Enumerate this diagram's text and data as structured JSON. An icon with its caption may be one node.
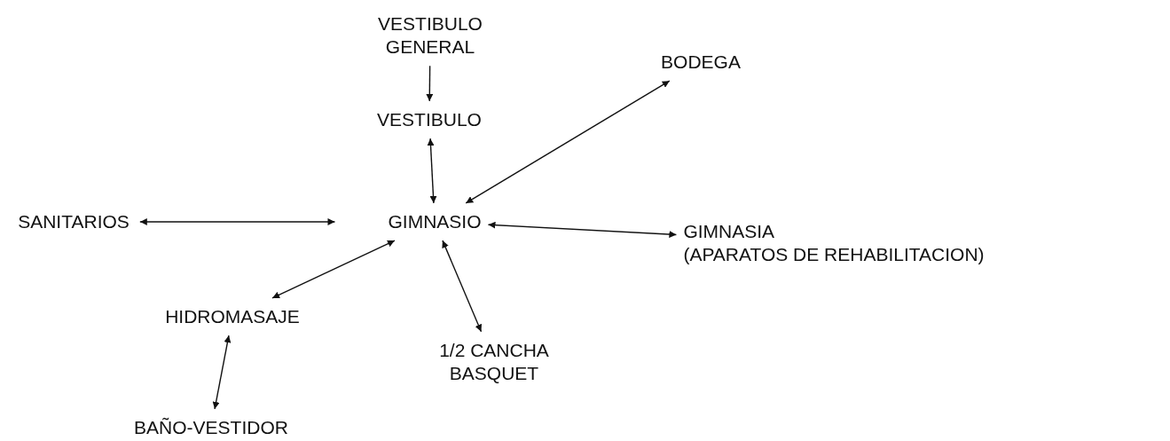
{
  "diagram": {
    "nodes": [
      {
        "text": [
          "VESTIBULO GENERAL"
        ]
      },
      {
        "text": [
          "VESTIBULO"
        ]
      },
      {
        "text": [
          "BODEGA"
        ]
      },
      {
        "text": [
          "SANITARIOS"
        ]
      },
      {
        "text": [
          "GIMNASIO"
        ]
      },
      {
        "text": [
          "GIMNASIA (APARATOS DE REHABILITACION)"
        ]
      },
      {
        "text": [
          "HIDROMASAJE"
        ]
      },
      {
        "text": [
          "1/2 CANCHA BASQUET"
        ]
      },
      {
        "text": [
          "BAÑO-VESTIDOR"
        ]
      }
    ],
    "edges": [
      {
        "from": 0,
        "to": 1,
        "arrow": "to"
      },
      {
        "from": 1,
        "to": 4,
        "arrow": "both"
      },
      {
        "from": 4,
        "to": 2,
        "arrow": "both"
      },
      {
        "from": 3,
        "to": 4,
        "arrow": "both"
      },
      {
        "from": 4,
        "to": 5,
        "arrow": "both"
      },
      {
        "from": 4,
        "to": 6,
        "arrow": "both"
      },
      {
        "from": 4,
        "to": 7,
        "arrow": "both"
      },
      {
        "from": 6,
        "to": 8,
        "arrow": "both"
      }
    ]
  }
}
